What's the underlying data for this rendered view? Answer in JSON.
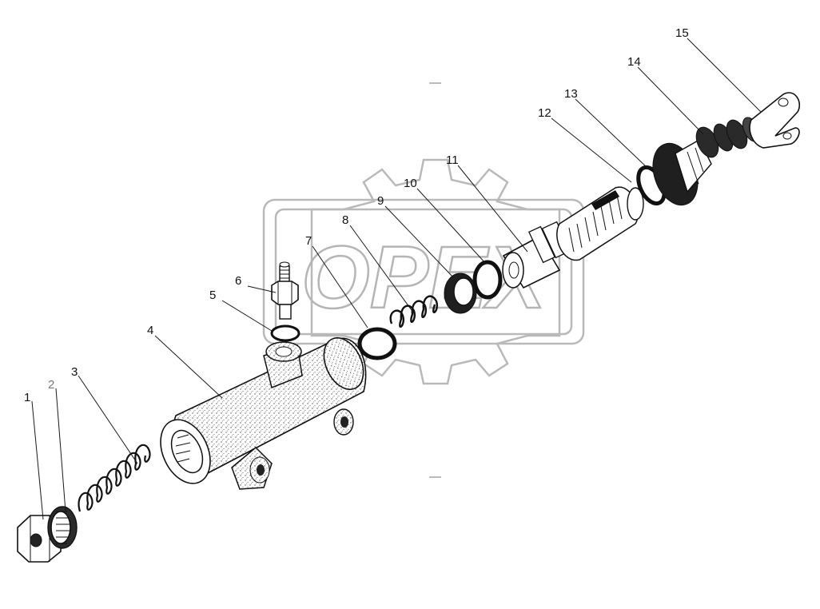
{
  "diagram": {
    "watermark_text": "OPEX",
    "callouts": [
      {
        "id": "1",
        "label": "1"
      },
      {
        "id": "2",
        "label": "2"
      },
      {
        "id": "3",
        "label": "3"
      },
      {
        "id": "4",
        "label": "4"
      },
      {
        "id": "5",
        "label": "5"
      },
      {
        "id": "6",
        "label": "6"
      },
      {
        "id": "7",
        "label": "7"
      },
      {
        "id": "8",
        "label": "8"
      },
      {
        "id": "9",
        "label": "9"
      },
      {
        "id": "10",
        "label": "10"
      },
      {
        "id": "11",
        "label": "11"
      },
      {
        "id": "12",
        "label": "12"
      },
      {
        "id": "13",
        "label": "13"
      },
      {
        "id": "14",
        "label": "14"
      },
      {
        "id": "15",
        "label": "15"
      }
    ]
  }
}
